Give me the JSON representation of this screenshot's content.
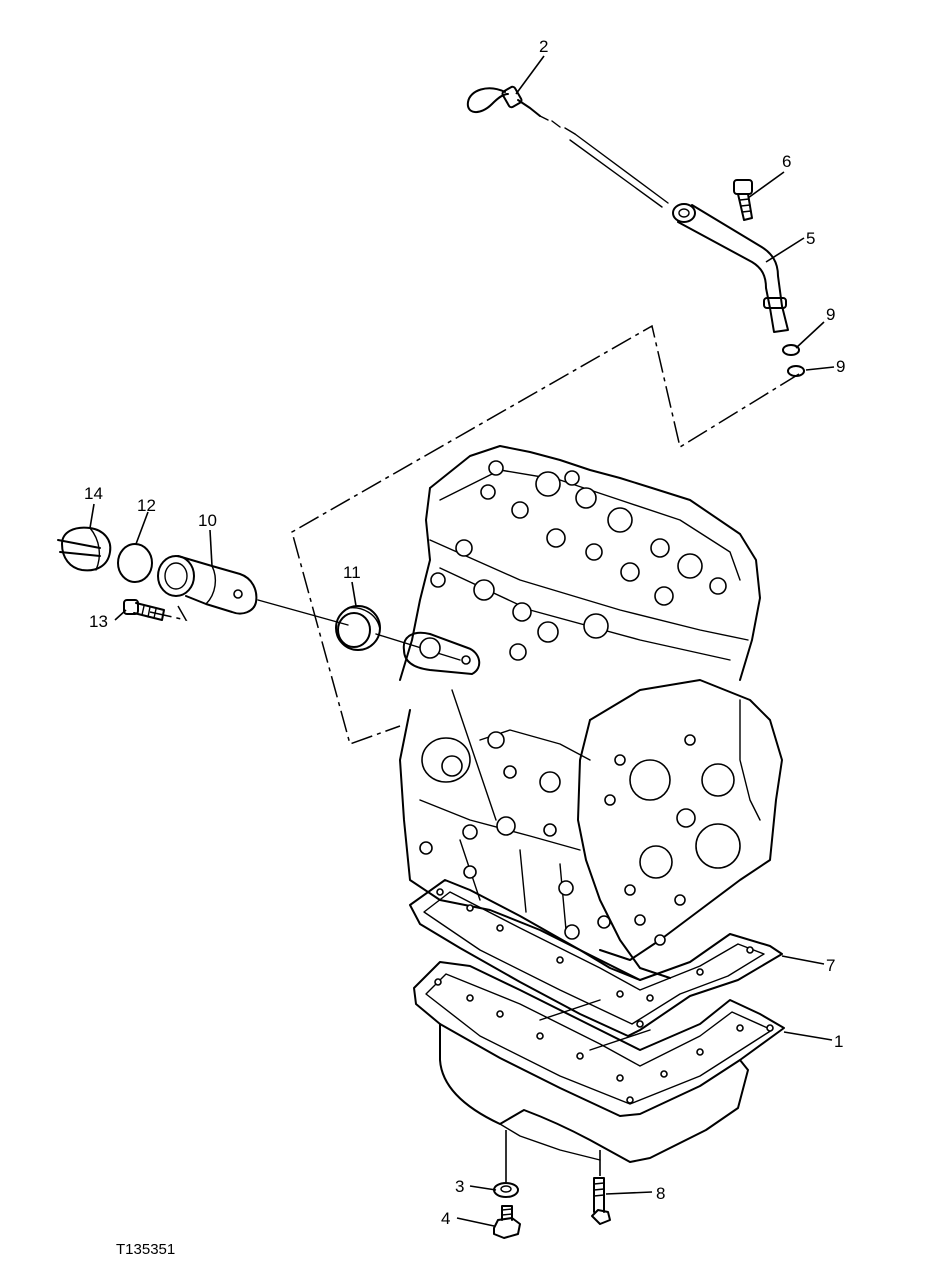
{
  "figure_id": "T135351",
  "callouts": [
    {
      "id": "c1",
      "label": "1"
    },
    {
      "id": "c2",
      "label": "2"
    },
    {
      "id": "c3",
      "label": "3"
    },
    {
      "id": "c4",
      "label": "4"
    },
    {
      "id": "c5",
      "label": "5"
    },
    {
      "id": "c6",
      "label": "6"
    },
    {
      "id": "c7",
      "label": "7"
    },
    {
      "id": "c8",
      "label": "8"
    },
    {
      "id": "c9a",
      "label": "9"
    },
    {
      "id": "c9b",
      "label": "9"
    },
    {
      "id": "c10",
      "label": "10"
    },
    {
      "id": "c11",
      "label": "11"
    },
    {
      "id": "c12",
      "label": "12"
    },
    {
      "id": "c13",
      "label": "13"
    },
    {
      "id": "c14",
      "label": "14"
    }
  ]
}
